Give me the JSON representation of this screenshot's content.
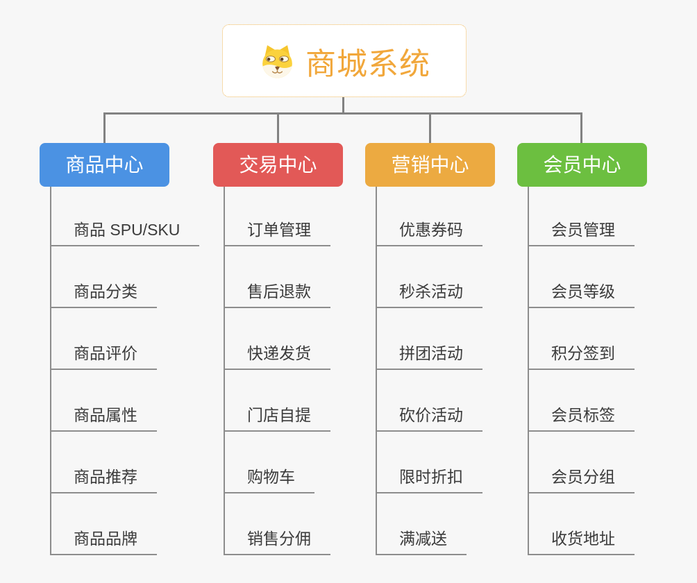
{
  "root": {
    "title": "商城系统",
    "icon": "dog-face-icon"
  },
  "branches": [
    {
      "id": "product",
      "label": "商品中心",
      "color": "#4b92e3",
      "items": [
        "商品 SPU/SKU",
        "商品分类",
        "商品评价",
        "商品属性",
        "商品推荐",
        "商品品牌"
      ]
    },
    {
      "id": "trade",
      "label": "交易中心",
      "color": "#e25957",
      "items": [
        "订单管理",
        "售后退款",
        "快递发货",
        "门店自提",
        "购物车",
        "销售分佣"
      ]
    },
    {
      "id": "marketing",
      "label": "营销中心",
      "color": "#ecaa41",
      "items": [
        "优惠券码",
        "秒杀活动",
        "拼团活动",
        "砍价活动",
        "限时折扣",
        "满减送"
      ]
    },
    {
      "id": "member",
      "label": "会员中心",
      "color": "#6cbf40",
      "items": [
        "会员管理",
        "会员等级",
        "积分签到",
        "会员标签",
        "会员分组",
        "收货地址"
      ]
    }
  ],
  "style": {
    "background": "#f7f7f7",
    "connector_color": "#828282",
    "leaf_line_color": "#8d8d8d",
    "leaf_text_color": "#3b3b3b",
    "root_title_color": "#f1a73b",
    "root_border_color": "#efb758",
    "dog_yellow": "#fbd23d",
    "dog_cream": "#fdf7e9"
  }
}
